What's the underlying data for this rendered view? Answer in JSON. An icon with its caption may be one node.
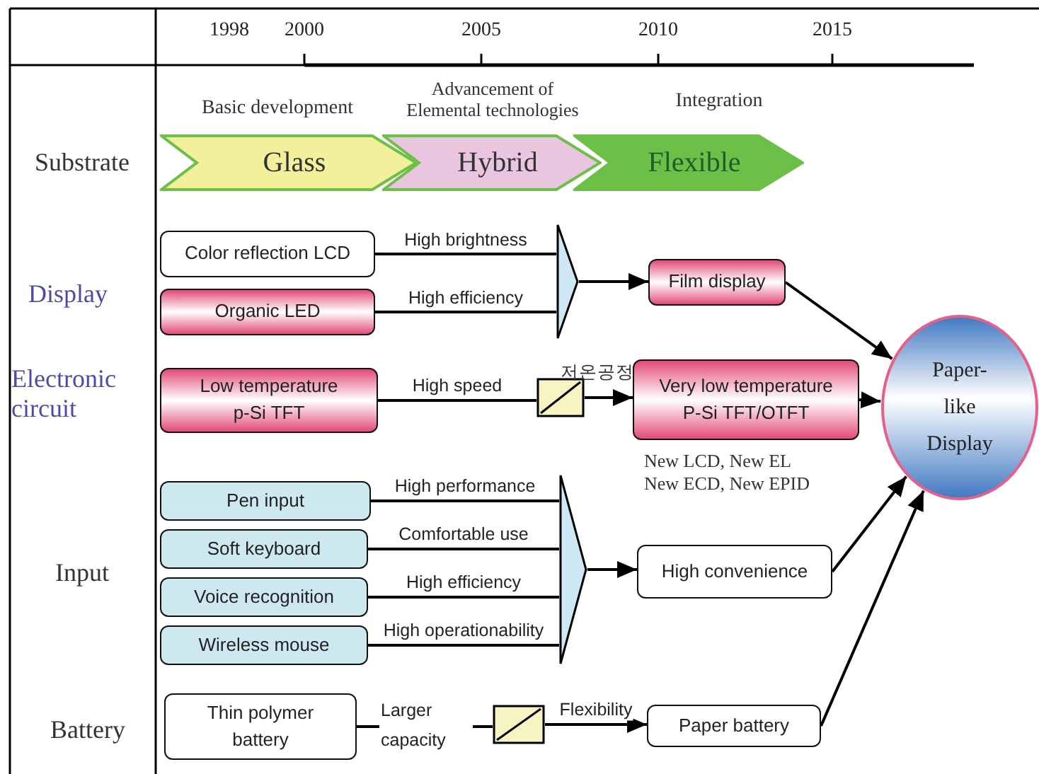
{
  "diagram": {
    "nodes": [
      {
        "text": [
          "Glass"
        ]
      },
      {
        "text": [
          "Hybrid"
        ]
      },
      {
        "text": [
          "Flexible"
        ]
      },
      {
        "text": [
          "Color reflection LCD"
        ]
      },
      {
        "text": [
          "Organic LED"
        ]
      },
      {
        "text": [],
        "shape": "triangle"
      },
      {
        "text": [
          "Film display"
        ]
      },
      {
        "text": [
          "Low temperature p-Si TFT"
        ]
      },
      {
        "text": [],
        "shape": "box",
        "beside": [
          "저온공정"
        ]
      },
      {
        "text": [
          "Very low temperature P-Si TFT/OTFT"
        ],
        "beside": [
          "New LCD, New EL New ECD, New EPID"
        ]
      },
      {
        "text": [
          "Paper-like Display"
        ]
      },
      {
        "text": [
          "Pen input"
        ]
      },
      {
        "text": [
          "Soft keyboard"
        ]
      },
      {
        "text": [
          "Voice recognition"
        ]
      },
      {
        "text": [
          "Wireless mouse"
        ]
      },
      {
        "text": [],
        "shape": "triangle"
      },
      {
        "text": [
          "High convenience"
        ]
      },
      {
        "text": [
          "Thin polymer battery"
        ]
      },
      {
        "text": [],
        "shape": "box"
      },
      {
        "text": [
          "Paper battery"
        ]
      }
    ],
    "edges": [
      {
        "from": 3,
        "to": 5,
        "arrow": "none",
        "label": "High brightness"
      },
      {
        "from": 4,
        "to": 5,
        "arrow": "none",
        "label": "High efficiency"
      },
      {
        "from": 5,
        "to": 6,
        "arrow": "to"
      },
      {
        "from": 6,
        "to": 10,
        "arrow": "to"
      },
      {
        "from": 7,
        "to": 8,
        "arrow": "none",
        "label": "High speed"
      },
      {
        "from": 8,
        "to": 9,
        "arrow": "to"
      },
      {
        "from": 9,
        "to": 10,
        "arrow": "to"
      },
      {
        "from": 11,
        "to": 15,
        "arrow": "none",
        "label": "High performance"
      },
      {
        "from": 12,
        "to": 15,
        "arrow": "none",
        "label": "Comfortable use"
      },
      {
        "from": 13,
        "to": 15,
        "arrow": "none",
        "label": "High efficiency"
      },
      {
        "from": 14,
        "to": 15,
        "arrow": "none",
        "label": "High operationability"
      },
      {
        "from": 15,
        "to": 16,
        "arrow": "to"
      },
      {
        "from": 16,
        "to": 10,
        "arrow": "to"
      },
      {
        "from": 17,
        "to": 18,
        "arrow": "none",
        "label": "Larger capacity"
      },
      {
        "from": 18,
        "to": 19,
        "arrow": "to",
        "label": "Flexibility"
      },
      {
        "from": 19,
        "to": 10,
        "arrow": "to"
      }
    ],
    "labels": [
      "1998",
      "2000",
      "2005",
      "2010",
      "2015",
      "Basic development",
      "Advancement of Elemental technologies",
      "Integration",
      "Substrate",
      "Display",
      "Electronic circuit",
      "Input",
      "Battery"
    ]
  }
}
